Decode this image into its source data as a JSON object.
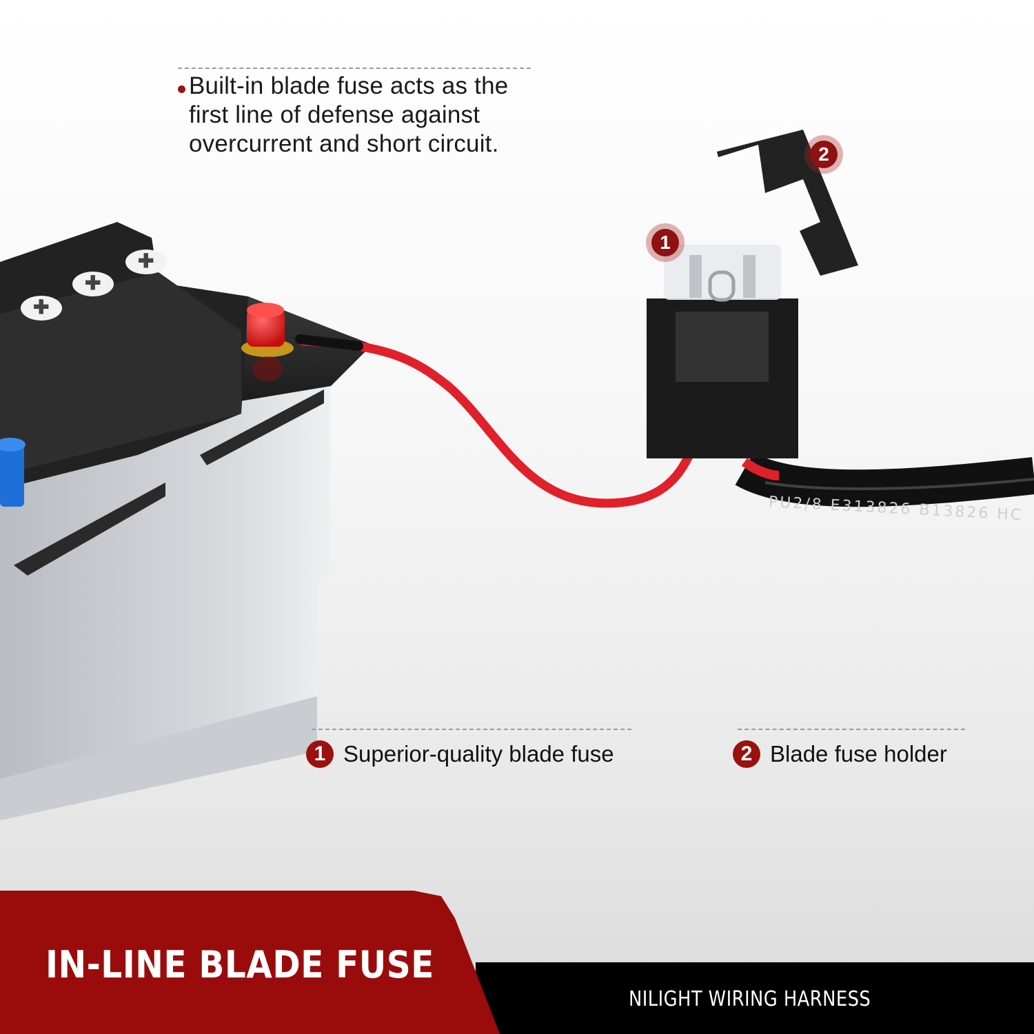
{
  "intro": {
    "text": "Built-in blade fuse acts as the first line of defense against overcurrent and short circuit."
  },
  "callouts": [
    {
      "number": "1",
      "label": "Superior-quality blade fuse"
    },
    {
      "number": "2",
      "label": "Blade fuse holder"
    }
  ],
  "product_labels": {
    "fuse_marker": "1",
    "holder_marker": "2",
    "cable_print": "PU2/8 E313826 B13826 HC"
  },
  "footer": {
    "title": "IN-LINE BLADE FUSE",
    "brand": "NILIGHT WIRING HARNESS"
  },
  "colors": {
    "accent_red": "#9a0c0c",
    "footer_black": "#000000",
    "wire_red": "#e0202a",
    "battery_terminal_positive": "#e01818",
    "battery_terminal_negative": "#1e6fd8"
  }
}
